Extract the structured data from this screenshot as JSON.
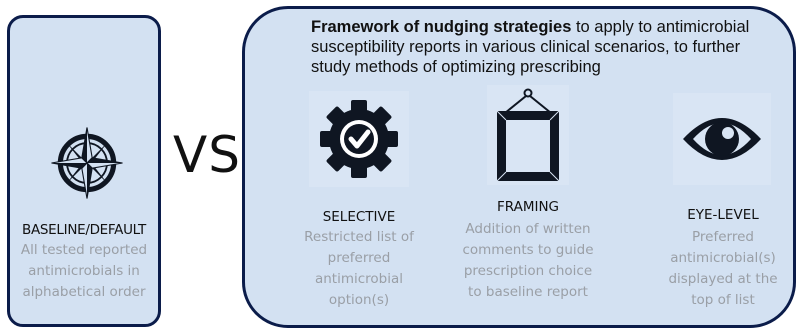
{
  "baseline": {
    "icon": "compass-icon",
    "title": "BASELINE/DEFAULT",
    "description_lines": [
      "All tested reported",
      "antimicrobials in",
      "alphabetical order"
    ]
  },
  "vs_label": "VS",
  "framework": {
    "bold_text": "Framework of nudging strategies",
    "rest_text": " to apply to antimicrobial susceptibility reports in various clinical scenarios, to further study methods of optimizing prescribing"
  },
  "strategies": [
    {
      "icon": "gear-check-icon",
      "title": "SELECTIVE",
      "description_lines": [
        "Restricted list of",
        "preferred",
        "antimicrobial",
        "option(s)"
      ]
    },
    {
      "icon": "picture-frame-icon",
      "title": "FRAMING",
      "description_lines": [
        "Addition of written",
        "comments to guide",
        "prescription choice",
        "to baseline report"
      ]
    },
    {
      "icon": "eye-icon",
      "title": "EYE-LEVEL",
      "description_lines": [
        "Preferred",
        "antimicrobial(s)",
        "displayed at the",
        "top of list"
      ]
    }
  ],
  "colors": {
    "panel_fill": "#d3e1f2",
    "panel_border": "#0b1c4a",
    "icon_dark": "#0f1622",
    "muted_text": "#9a9fa6"
  }
}
